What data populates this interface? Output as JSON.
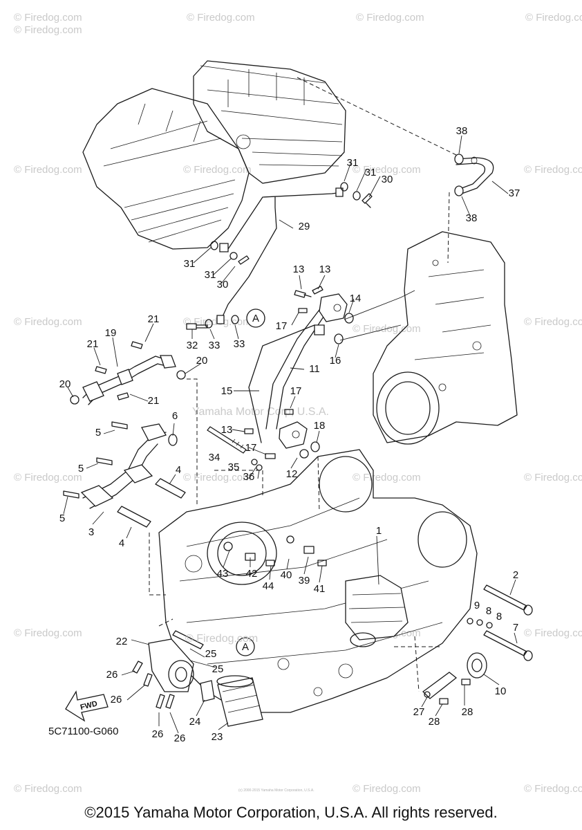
{
  "watermark": {
    "text": "© Firedog.com",
    "color": "#c9c9c9"
  },
  "center_watermark": "Yamaha Motor Corp, U.S.A.",
  "firedog_overlay": "© Firedog.com",
  "callouts": [
    "1",
    "2",
    "3",
    "4",
    "4",
    "5",
    "5",
    "5",
    "6",
    "7",
    "8",
    "8",
    "9",
    "10",
    "11",
    "12",
    "13",
    "13",
    "13",
    "14",
    "15",
    "16",
    "17",
    "17",
    "17",
    "18",
    "19",
    "20",
    "20",
    "21",
    "21",
    "21",
    "22",
    "23",
    "24",
    "25",
    "25",
    "26",
    "26",
    "26",
    "26",
    "27",
    "28",
    "28",
    "29",
    "30",
    "30",
    "31",
    "31",
    "31",
    "31",
    "32",
    "33",
    "33",
    "34",
    "35",
    "36",
    "37",
    "38",
    "38",
    "39",
    "40",
    "41",
    "42",
    "43",
    "44"
  ],
  "reference_markers": [
    "A",
    "A"
  ],
  "fwd_label": "FWD",
  "diagram_code": "5C71100-G060",
  "footer_small": "(c) 2000-2015 Yamaha Motor Corporation, U.S.A.",
  "copyright": "©2015 Yamaha Motor Corporation, U.S.A. All rights reserved."
}
